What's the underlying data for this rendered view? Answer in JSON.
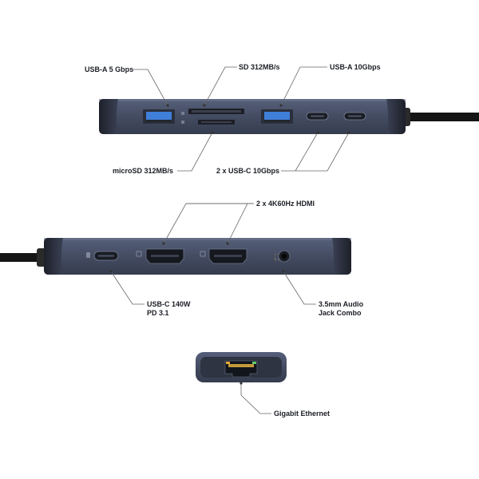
{
  "labels": {
    "usb_a_5": "USB-A 5 Gbps",
    "sd": "SD 312MB/s",
    "usb_a_10": "USB-A 10Gbps",
    "microsd": "microSD 312MB/s",
    "usb_c_10": "2 x USB-C 10Gbps",
    "hdmi": "2 x 4K60Hz HDMI",
    "usbc_pd_line1": "USB-C 140W",
    "usbc_pd_line2": "PD 3.1",
    "audio_line1": "3.5mm Audio",
    "audio_line2": "Jack Combo",
    "ethernet": "Gigabit Ethernet"
  },
  "colors": {
    "body": "#434c62",
    "body_dark": "#262b37",
    "port_blue": "#3f7fd9",
    "cable": "#1a1a1a",
    "line": "#555555"
  },
  "icons": [
    "usb-a-port-icon",
    "sd-slot-icon",
    "microsd-slot-icon",
    "usb-c-port-icon",
    "hdmi-port-icon",
    "audio-jack-icon",
    "ethernet-port-icon"
  ]
}
